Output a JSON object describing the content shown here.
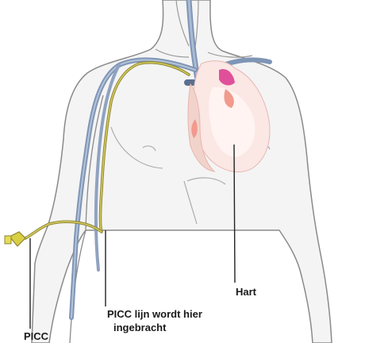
{
  "labels": {
    "heart": "Hart",
    "insertion_line1": "PICC lijn wordt hier",
    "insertion_line2": "ingebracht",
    "picc": "PICC"
  },
  "colors": {
    "skin_outline": "#8a8a8a",
    "skin_fill": "#f4f4f4",
    "vein_blue": "#7f95b6",
    "vein_dark": "#5a6f90",
    "heart_pink": "#f5c6c4",
    "heart_light": "#fbe7e4",
    "heart_magenta": "#e0509a",
    "catheter": "#bfb64a",
    "catheter_dark": "#8c8430",
    "leader": "#222222"
  }
}
